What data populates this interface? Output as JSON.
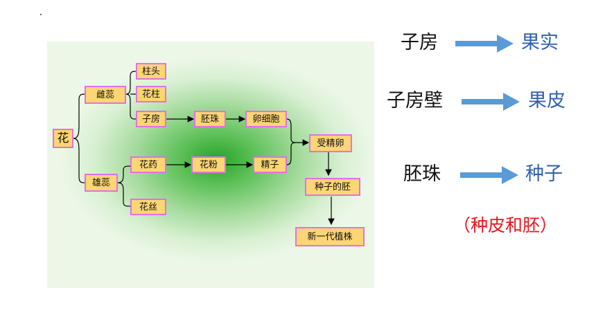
{
  "diagram": {
    "nodes": {
      "hua": "花",
      "cirui": "雌蕊",
      "xiongrui": "雄蕊",
      "zhutou": "柱头",
      "huazhu": "花柱",
      "zifang": "子房",
      "huayao": "花药",
      "huasi": "花丝",
      "peizhu": "胚珠",
      "luanxibao": "卵细胞",
      "huafen": "花粉",
      "jingzi": "精子",
      "shoujingluan": "受精卵",
      "zhongzidepei": "种子的胚",
      "xinyidaizhizhu": "新一代植株"
    }
  },
  "rules": [
    {
      "from": "子房",
      "to": "果实"
    },
    {
      "from": "子房壁",
      "to": "果皮"
    },
    {
      "from": "胚珠",
      "to": "种子"
    }
  ],
  "note": "（种皮和胚）",
  "colors": {
    "node_fill": "#fcd574",
    "node_border": "#e66ee6",
    "arrow": "#5b9bd5",
    "result_text": "#2f5fb0",
    "note_text": "#e8141c"
  }
}
